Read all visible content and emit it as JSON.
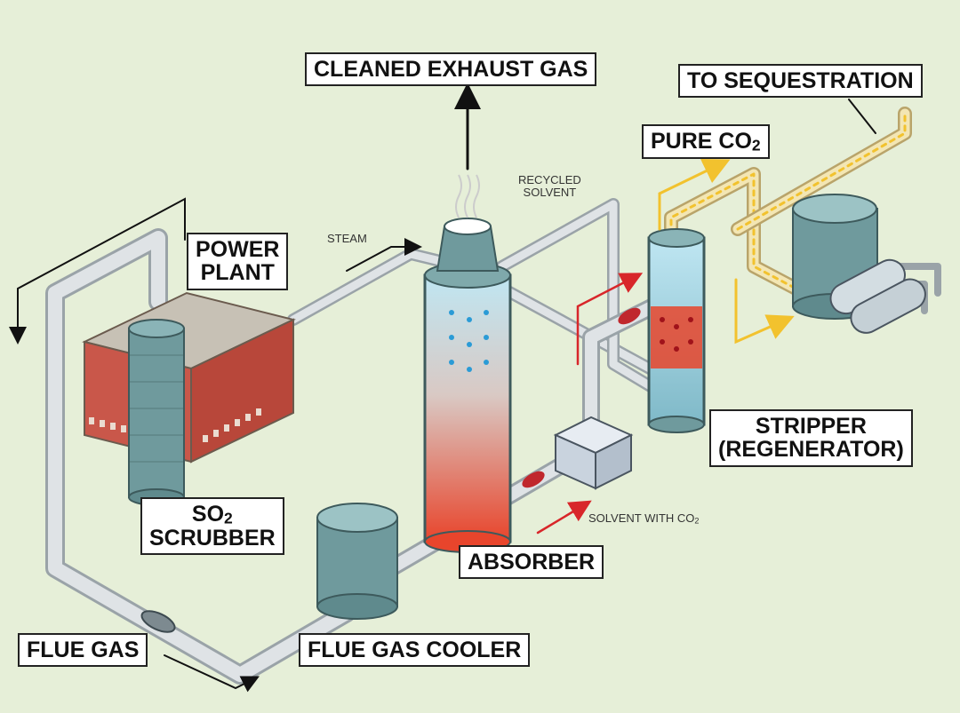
{
  "labels": {
    "cleaned_exhaust_gas": "CLEANED EXHAUST GAS",
    "to_sequestration": "TO SEQUESTRATION",
    "pure_co2_main": "PURE CO",
    "pure_co2_sub": "2",
    "power_plant_line1": "POWER",
    "power_plant_line2": "PLANT",
    "steam": "STEAM",
    "recycled_solvent_line1": "RECYCLED",
    "recycled_solvent_line2": "SOLVENT",
    "stripper_line1": "STRIPPER",
    "stripper_line2": "(REGENERATOR)",
    "so2_line1_main": "SO",
    "so2_line1_sub": "2",
    "so2_line2": "SCRUBBER",
    "solvent_with_co2_main": "SOLVENT WITH CO",
    "solvent_with_co2_sub": "2",
    "absorber": "ABSORBER",
    "flue_gas": "FLUE GAS",
    "flue_gas_cooler": "FLUE GAS COOLER"
  },
  "colors": {
    "background": "#e6efd8",
    "pipe": "#d9dde0",
    "vessel": "#5f8f92",
    "brick": "#b8473a",
    "hot": "#e8452c",
    "cold": "#bfe6f2",
    "co2_flow": "#f2c22e"
  }
}
